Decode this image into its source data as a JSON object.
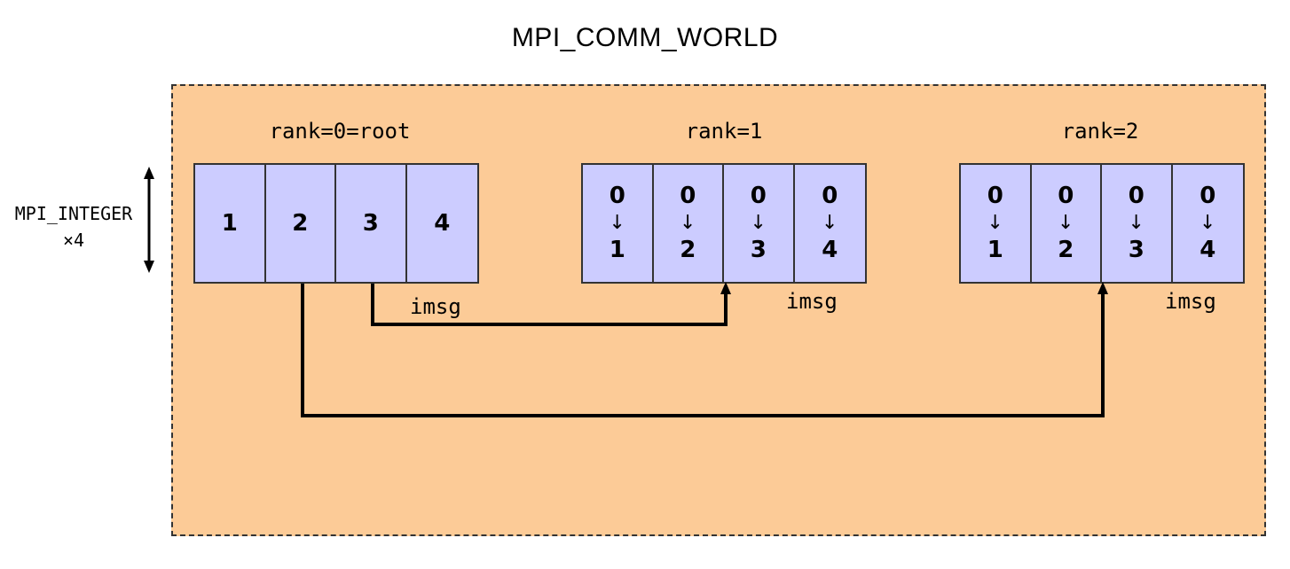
{
  "title": "MPI_COMM_WORLD",
  "datatype": {
    "line1": "MPI_INTEGER",
    "line2": "×4"
  },
  "ranks": [
    {
      "label": "rank=0=root",
      "cells": [
        {
          "value": "1"
        },
        {
          "value": "2"
        },
        {
          "value": "3"
        },
        {
          "value": "4"
        }
      ]
    },
    {
      "label": "rank=1",
      "buffer_label": "imsg",
      "cells": [
        {
          "before": "0",
          "arrow": "↓",
          "after": "1"
        },
        {
          "before": "0",
          "arrow": "↓",
          "after": "2"
        },
        {
          "before": "0",
          "arrow": "↓",
          "after": "3"
        },
        {
          "before": "0",
          "arrow": "↓",
          "after": "4"
        }
      ]
    },
    {
      "label": "rank=2",
      "buffer_label": "imsg",
      "cells": [
        {
          "before": "0",
          "arrow": "↓",
          "after": "1"
        },
        {
          "before": "0",
          "arrow": "↓",
          "after": "2"
        },
        {
          "before": "0",
          "arrow": "↓",
          "after": "3"
        },
        {
          "before": "0",
          "arrow": "↓",
          "after": "4"
        }
      ]
    }
  ],
  "root_buffer_label": "imsg",
  "colors": {
    "communicator_fill": "#fccb97",
    "buffer_fill": "#ccccff",
    "line": "#000000"
  }
}
